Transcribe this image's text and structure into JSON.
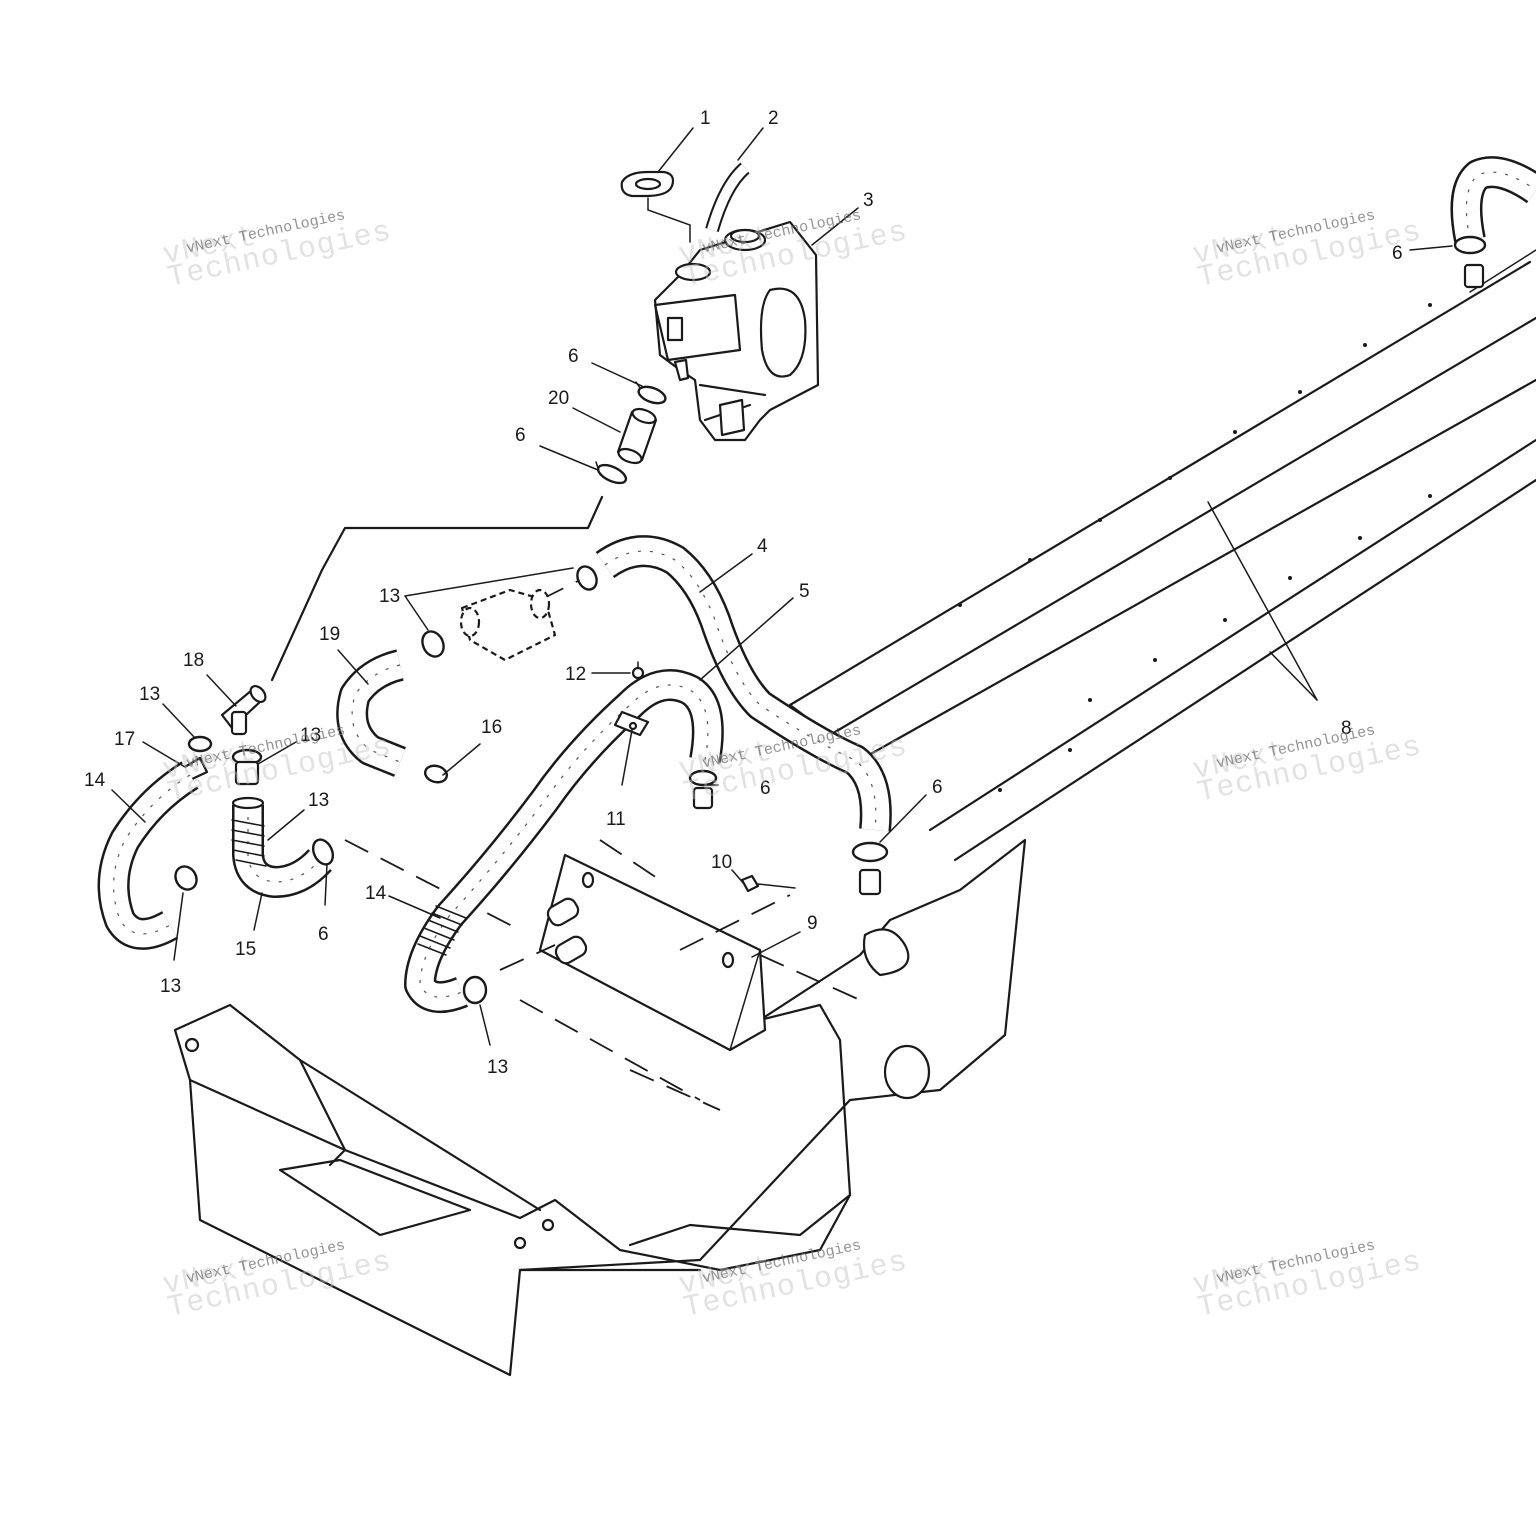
{
  "diagram": {
    "callouts": [
      "1",
      "2",
      "3",
      "6",
      "20",
      "6",
      "4",
      "5",
      "13",
      "19",
      "12",
      "18",
      "13",
      "17",
      "13",
      "16",
      "14",
      "13",
      "11",
      "6",
      "6",
      "8",
      "10",
      "14",
      "9",
      "15",
      "6",
      "13",
      "13",
      "6"
    ],
    "watermark": {
      "brand": "vNext",
      "company": "vNext Technologies",
      "word": "Technologies"
    }
  }
}
